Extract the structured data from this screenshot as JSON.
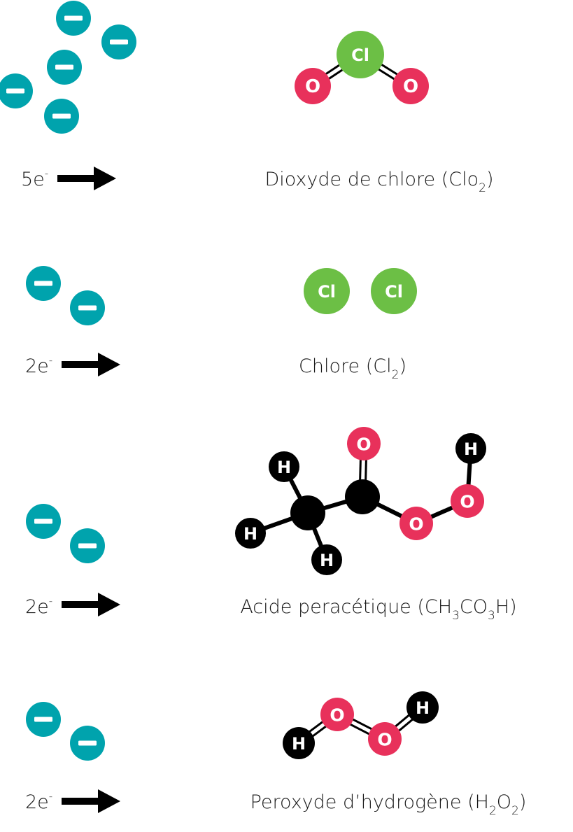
{
  "colors": {
    "electron": "#00a3ad",
    "chlorine": "#6cbf45",
    "oxygen": "#e8315b",
    "carbon_hydrogen": "#000000",
    "text": "#1a1a1a"
  },
  "rows": [
    {
      "electron_count": "5e",
      "electron_sup": "-",
      "molecule_name": "Dioxyde de chlore",
      "formula_parts": [
        {
          "t": " (Clo"
        },
        {
          "t": "2",
          "sub": true
        },
        {
          "t": ")"
        }
      ],
      "atoms": {
        "cl": "Cl",
        "o": "O"
      }
    },
    {
      "electron_count": "2e",
      "electron_sup": "-",
      "molecule_name": "Chlore",
      "formula_parts": [
        {
          "t": " (Cl"
        },
        {
          "t": "2",
          "sub": true
        },
        {
          "t": ")"
        }
      ],
      "atoms": {
        "cl": "Cl"
      }
    },
    {
      "electron_count": "2e",
      "electron_sup": "-",
      "molecule_name": "Acide peracétique",
      "formula_parts": [
        {
          "t": " (CH"
        },
        {
          "t": "3",
          "sub": true
        },
        {
          "t": "CO"
        },
        {
          "t": "3",
          "sub": true
        },
        {
          "t": "H)"
        }
      ],
      "atoms": {
        "h": "H",
        "o": "O"
      }
    },
    {
      "electron_count": "2e",
      "electron_sup": "-",
      "molecule_name": "Peroxyde d’hydrogène",
      "formula_parts": [
        {
          "t": " (H"
        },
        {
          "t": "2",
          "sub": true
        },
        {
          "t": "O"
        },
        {
          "t": "2",
          "sub": true
        },
        {
          "t": ")"
        }
      ],
      "atoms": {
        "h": "H",
        "o": "O"
      }
    }
  ]
}
